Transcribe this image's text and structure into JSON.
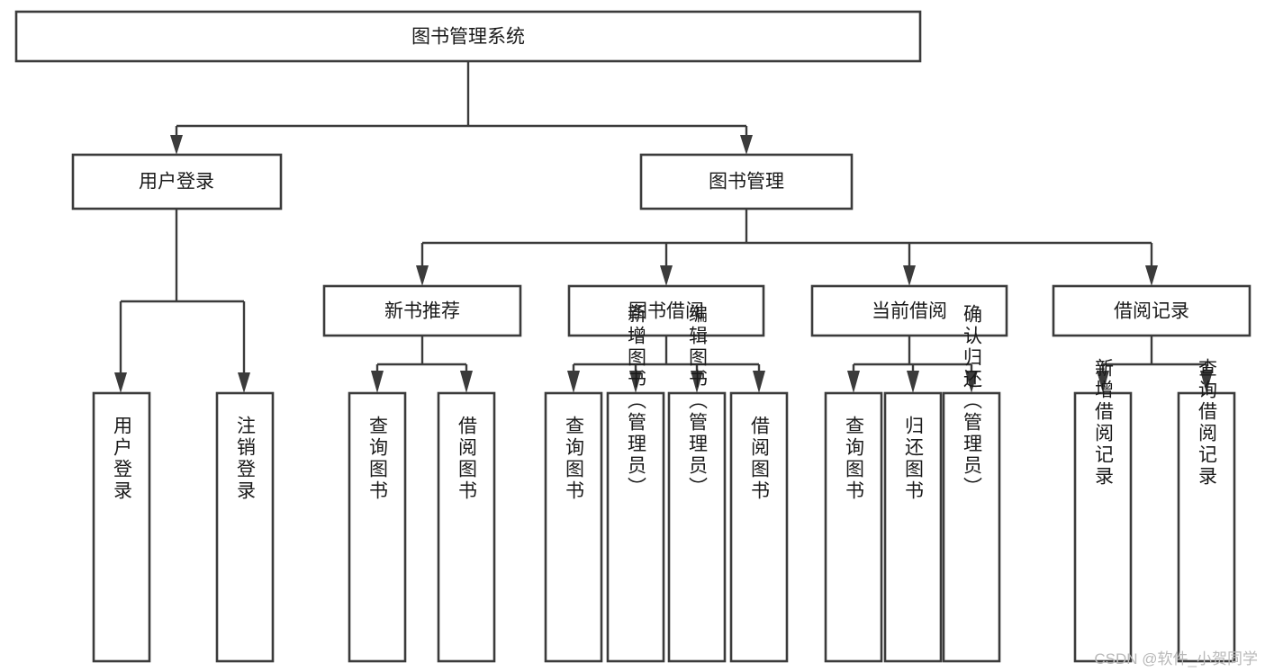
{
  "diagram": {
    "type": "tree-hierarchy-chart",
    "title": "图书管理系统",
    "orientation": "top-down",
    "colors": {
      "box_fill": "#ffffff",
      "box_stroke": "#3b3b3b",
      "connector": "#3b3b3b",
      "label_text": "#1a1a1a",
      "background": "#ffffff",
      "watermark": "#b9b9b9"
    },
    "root": {
      "id": "root",
      "label": "图书管理系统",
      "orientation": "horizontal"
    },
    "level2": [
      {
        "id": "user-login",
        "label": "用户登录",
        "orientation": "horizontal"
      },
      {
        "id": "book-management",
        "label": "图书管理",
        "orientation": "horizontal"
      }
    ],
    "level3": [
      {
        "id": "new-book-recommend",
        "label": "新书推荐",
        "orientation": "horizontal",
        "parent": "book-management"
      },
      {
        "id": "book-borrow",
        "label": "图书借阅",
        "orientation": "horizontal",
        "parent": "book-management"
      },
      {
        "id": "current-borrow",
        "label": "当前借阅",
        "orientation": "horizontal",
        "parent": "book-management"
      },
      {
        "id": "borrow-record",
        "label": "借阅记录",
        "orientation": "horizontal",
        "parent": "book-management"
      }
    ],
    "leaves": [
      {
        "id": "leaf-user-login",
        "label": "用户登录",
        "parent": "user-login"
      },
      {
        "id": "leaf-logout-login",
        "label": "注销登录",
        "parent": "user-login"
      },
      {
        "id": "leaf-query-book-1",
        "label": "查询图书",
        "parent": "new-book-recommend"
      },
      {
        "id": "leaf-borrow-book-1",
        "label": "借阅图书",
        "parent": "new-book-recommend"
      },
      {
        "id": "leaf-query-book-2",
        "label": "查询图书",
        "parent": "book-borrow"
      },
      {
        "id": "leaf-add-book-admin",
        "label": "新增图书（管理员）",
        "parent": "book-borrow"
      },
      {
        "id": "leaf-edit-book-admin",
        "label": "编辑图书（管理员）",
        "parent": "book-borrow"
      },
      {
        "id": "leaf-borrow-book-2",
        "label": "借阅图书",
        "parent": "book-borrow"
      },
      {
        "id": "leaf-query-book-3",
        "label": "查询图书",
        "parent": "current-borrow"
      },
      {
        "id": "leaf-return-book",
        "label": "归还图书",
        "parent": "current-borrow"
      },
      {
        "id": "leaf-confirm-return-admin",
        "label": "确认归还（管理员）",
        "parent": "current-borrow"
      },
      {
        "id": "leaf-add-borrow-record",
        "label": "新增借阅记录",
        "parent": "borrow-record"
      },
      {
        "id": "leaf-query-borrow-record",
        "label": "查询借阅记录",
        "parent": "borrow-record"
      }
    ]
  },
  "watermark": {
    "label": "CSDN @软件_小贺同学"
  }
}
